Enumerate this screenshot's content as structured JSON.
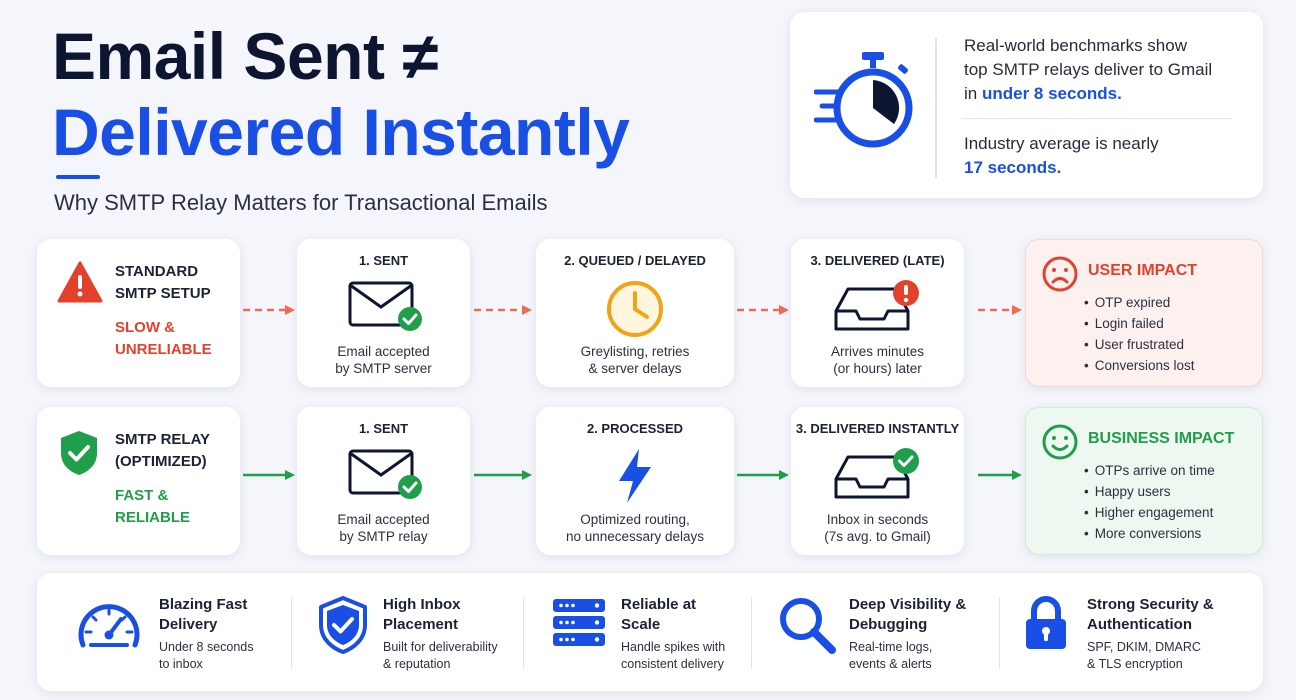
{
  "header": {
    "title_line1": "Email Sent ≠",
    "title_line2": "Delivered Instantly",
    "subtitle": "Why SMTP Relay Matters for Transactional Emails"
  },
  "benchmark": {
    "line1": "Real-world benchmarks show",
    "line2": "top SMTP relays deliver to Gmail",
    "line3_prefix": "in ",
    "line3_highlight": "under 8 seconds.",
    "line4": "Industry average is nearly",
    "line5_highlight": "17 seconds."
  },
  "standard": {
    "title_l1": "STANDARD",
    "title_l2": "SMTP SETUP",
    "sub_l1": "SLOW &",
    "sub_l2": "UNRELIABLE",
    "steps": [
      {
        "title": "1. SENT",
        "text_l1": "Email accepted",
        "text_l2": "by SMTP server",
        "icon": "envelope-check-icon"
      },
      {
        "title": "2. QUEUED / DELAYED",
        "text_l1": "Greylisting, retries",
        "text_l2": "& server delays",
        "icon": "clock-icon"
      },
      {
        "title": "3. DELIVERED (LATE)",
        "text_l1": "Arrives minutes",
        "text_l2": "(or hours) later",
        "icon": "inbox-alert-icon"
      }
    ],
    "impact": {
      "title": "USER IMPACT",
      "items": [
        "OTP expired",
        "Login failed",
        "User frustrated",
        "Conversions lost"
      ]
    }
  },
  "relay": {
    "title_l1": "SMTP RELAY",
    "title_l2": "(OPTIMIZED)",
    "sub_l1": "FAST &",
    "sub_l2": "RELIABLE",
    "steps": [
      {
        "title": "1. SENT",
        "text_l1": "Email accepted",
        "text_l2": "by SMTP relay",
        "icon": "envelope-check-icon"
      },
      {
        "title": "2. PROCESSED",
        "text_l1": "Optimized routing,",
        "text_l2": "no unnecessary delays",
        "icon": "lightning-icon"
      },
      {
        "title": "3. DELIVERED INSTANTLY",
        "text_l1": "Inbox in seconds",
        "text_l2": "(7s avg. to Gmail)",
        "icon": "inbox-check-icon"
      }
    ],
    "impact": {
      "title": "BUSINESS IMPACT",
      "items": [
        "OTPs arrive on time",
        "Happy users",
        "Higher engagement",
        "More conversions"
      ]
    }
  },
  "features": [
    {
      "title_l1": "Blazing Fast",
      "title_l2": "Delivery",
      "text_l1": "Under 8 seconds",
      "text_l2": "to inbox",
      "icon": "speedometer-icon"
    },
    {
      "title_l1": "High Inbox",
      "title_l2": "Placement",
      "text_l1": "Built for deliverability",
      "text_l2": "& reputation",
      "icon": "shield-check-icon"
    },
    {
      "title_l1": "Reliable at",
      "title_l2": "Scale",
      "text_l1": "Handle spikes with",
      "text_l2": "consistent delivery",
      "icon": "server-icon"
    },
    {
      "title_l1": "Deep Visibility &",
      "title_l2": "Debugging",
      "text_l1": "Real-time logs,",
      "text_l2": "events & alerts",
      "icon": "magnifier-icon"
    },
    {
      "title_l1": "Strong Security &",
      "title_l2": "Authentication",
      "text_l1": "SPF, DKIM, DMARC",
      "text_l2": "& TLS encryption",
      "icon": "lock-icon"
    }
  ],
  "colors": {
    "blue": "#1a4fe6",
    "red": "#e2422c",
    "green": "#1f9e4b",
    "navy": "#0d1530"
  }
}
